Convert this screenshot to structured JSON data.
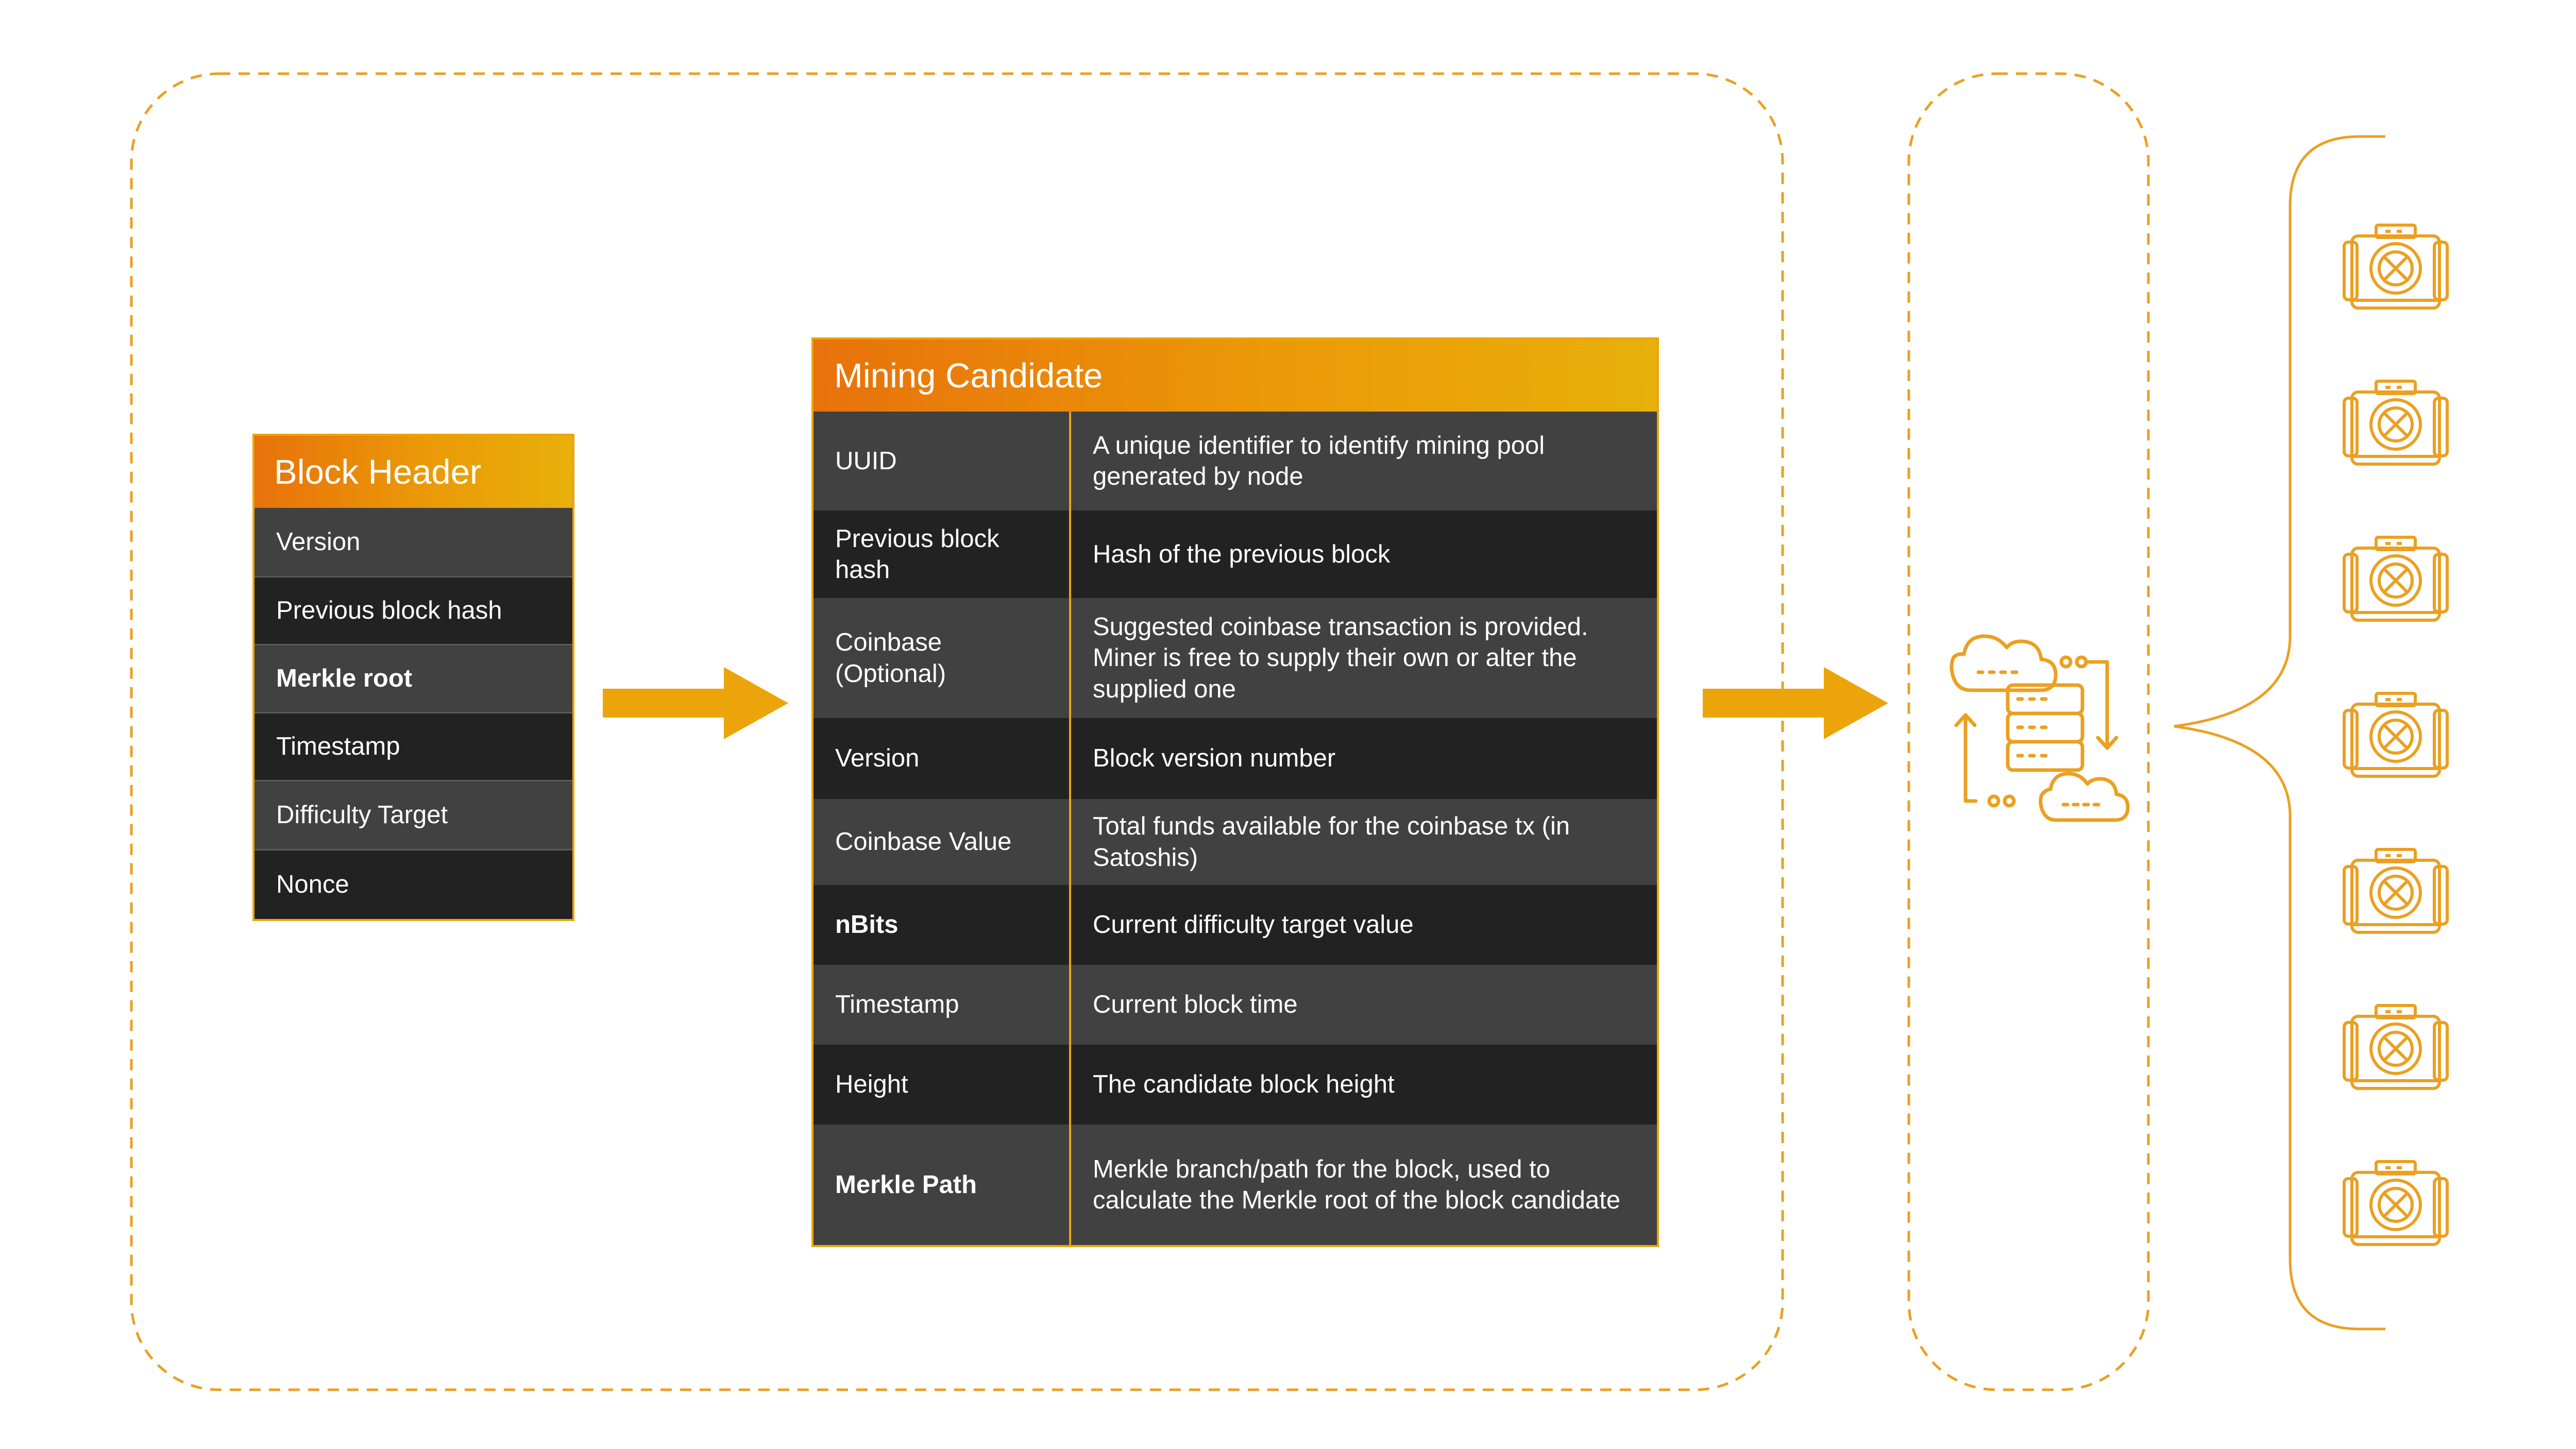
{
  "block_header": {
    "title": "Block Header",
    "rows": [
      {
        "label": "Version",
        "bold": false
      },
      {
        "label": "Previous block hash",
        "bold": false
      },
      {
        "label": "Merkle root",
        "bold": true
      },
      {
        "label": "Timestamp",
        "bold": false
      },
      {
        "label": "Difficulty Target",
        "bold": false
      },
      {
        "label": "Nonce",
        "bold": false
      }
    ]
  },
  "mining_candidate": {
    "title": "Mining Candidate",
    "rows": [
      {
        "field": "UUID",
        "description": "A unique identifier to identify mining pool generated by node",
        "bold": false
      },
      {
        "field": "Previous block hash",
        "description": "Hash of the previous block",
        "bold": false
      },
      {
        "field": "Coinbase (Optional)",
        "description": "Suggested coinbase transaction is provided. Miner is free to supply their own or alter the supplied one",
        "bold": false
      },
      {
        "field": "Version",
        "description": "Block version number",
        "bold": false
      },
      {
        "field": "Coinbase Value",
        "description": "Total funds available for the coinbase tx (in Satoshis)",
        "bold": false
      },
      {
        "field": "nBits",
        "description": "Current difficulty target value",
        "bold": true
      },
      {
        "field": "Timestamp",
        "description": "Current block time",
        "bold": false
      },
      {
        "field": "Height",
        "description": "The candidate block height",
        "bold": false
      },
      {
        "field": "Merkle Path",
        "description": "Merkle branch/path for the block, used to calculate the Merkle root of the block candidate",
        "bold": true
      }
    ]
  },
  "icons": {
    "pool_server": "cloud-server-sync-icon",
    "miner": "asic-miner-icon",
    "miner_count": 7
  },
  "colors": {
    "accent_orange": "#e8720b",
    "accent_yellow": "#e8b00a",
    "row_light": "#414141",
    "row_dark": "#222222"
  }
}
